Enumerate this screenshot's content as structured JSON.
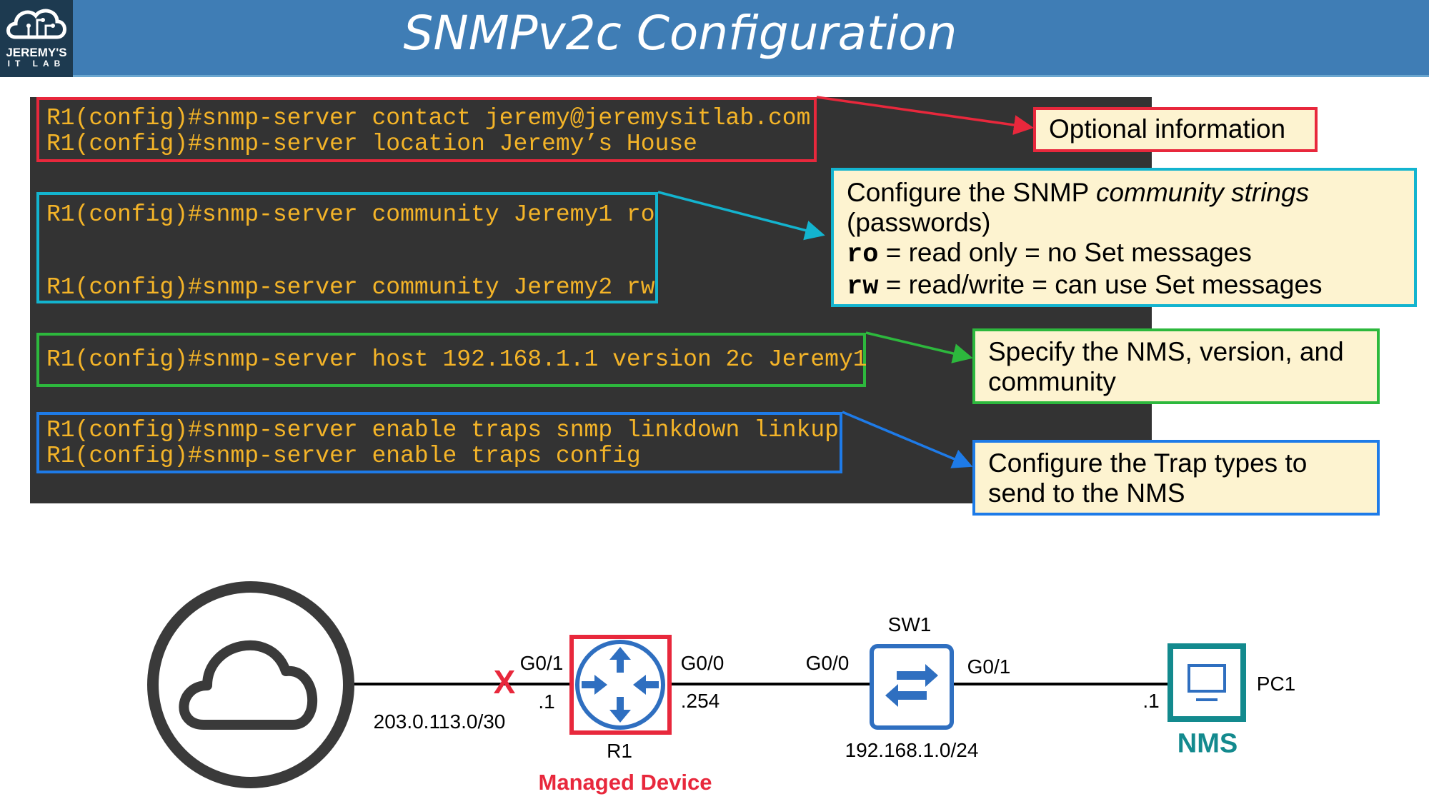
{
  "header": {
    "title": "SNMPv2c Configuration",
    "logo_line1": "JEREMY'S",
    "logo_line2": "IT LAB"
  },
  "commands": {
    "optional": [
      "R1(config)#snmp-server contact jeremy@jeremysitlab.com",
      "R1(config)#snmp-server location Jeremy’s House"
    ],
    "community": [
      "R1(config)#snmp-server community Jeremy1 ro",
      "R1(config)#snmp-server community Jeremy2 rw"
    ],
    "host": [
      "R1(config)#snmp-server host 192.168.1.1 version 2c Jeremy1"
    ],
    "traps": [
      "R1(config)#snmp-server enable traps snmp linkdown linkup",
      "R1(config)#snmp-server enable traps config"
    ]
  },
  "callouts": {
    "optional": "Optional information",
    "community": {
      "line1_a": "Configure the SNMP ",
      "line1_b": "community strings",
      "line2": "(passwords)",
      "ro_kw": "ro",
      "ro_text": " = read only = no Set messages",
      "rw_kw": "rw",
      "rw_text": " = read/write = can use Set messages"
    },
    "host": "Specify the NMS, version, and community",
    "traps": "Configure the Trap types to send to the NMS"
  },
  "colors": {
    "red": "#e8283c",
    "cyan": "#13b4cf",
    "green": "#2db83d",
    "blue": "#1e7be8",
    "teal": "#138a8e",
    "code": "#f4b428"
  },
  "diagram": {
    "r1_g01": "G0/1",
    "r1_g01_ip": ".1",
    "internet_subnet": "203.0.113.0/30",
    "r1_g00": "G0/0",
    "r1_g00_ip": ".254",
    "r1_name": "R1",
    "r1_role": "Managed Device",
    "sw1_g00": "G0/0",
    "sw1_name": "SW1",
    "sw1_g01": "G0/1",
    "lan_subnet": "192.168.1.0/24",
    "pc1_ip": ".1",
    "pc1_name": "PC1",
    "pc1_role": "NMS",
    "link_down_mark": "X"
  }
}
